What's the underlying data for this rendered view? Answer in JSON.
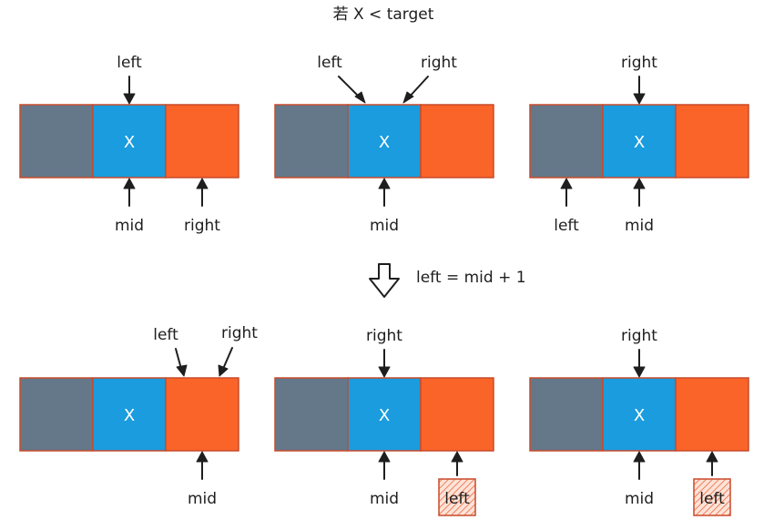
{
  "title": "若 X < target",
  "transition_label": "left = mid + 1",
  "cell_x_label": "X",
  "labels": {
    "left": "left",
    "right": "right",
    "mid": "mid"
  },
  "colors": {
    "gray": "#64788a",
    "blue": "#1a9cde",
    "orange": "#fa6428",
    "hatch": "#f08a6a",
    "ink": "#1e1e1e"
  }
}
